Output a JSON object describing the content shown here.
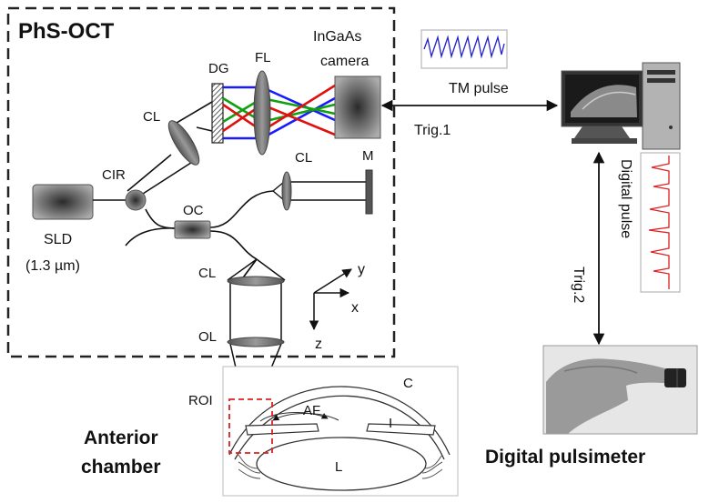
{
  "system": {
    "title": "PhS-OCT",
    "camera_label_1": "InGaAs",
    "camera_label_2": "camera",
    "dg": "DG",
    "fl": "FL",
    "cl_top": "CL",
    "cir": "CIR",
    "sld": "SLD",
    "sld_wavelength": "(1.3 µm)",
    "oc": "OC",
    "cl_ref": "CL",
    "mirror": "M",
    "cl_sample": "CL",
    "ol": "OL",
    "axis_y": "y",
    "axis_x": "x",
    "axis_z": "z"
  },
  "connections": {
    "tm_pulse": "TM pulse",
    "trig1": "Trig.1",
    "digital_pulse": "Digital pulse",
    "trig2": "Trig.2"
  },
  "eye": {
    "caption_1": "Anterior",
    "caption_2": "chamber",
    "roi": "ROI",
    "c": "C",
    "af": "AF",
    "i": "I",
    "l": "L"
  },
  "pulsimeter": {
    "caption": "Digital pulsimeter"
  },
  "colors": {
    "blue_trace": "#2222cc",
    "red_trace": "#dd2020",
    "roi_box": "#dd2020",
    "ray_blue": "#1a1aff",
    "ray_green": "#10a010",
    "ray_red": "#e01010"
  }
}
